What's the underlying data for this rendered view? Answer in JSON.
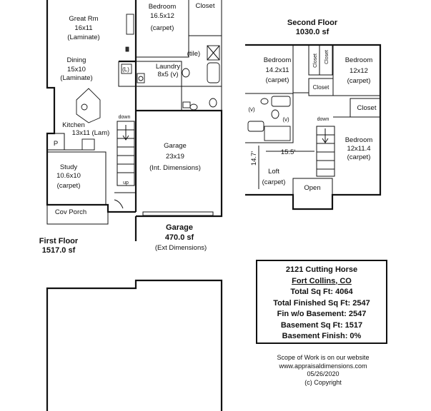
{
  "first_floor": {
    "title": "First Floor",
    "area": "1517.0 sf",
    "rooms": {
      "great_rm": {
        "name": "Great Rm",
        "dims": "16x11",
        "finish": "(Laminate)"
      },
      "bedroom": {
        "name": "Bedroom",
        "dims": "16.5x12",
        "finish": "(carpet)"
      },
      "closet": {
        "name": "Closet"
      },
      "tile": {
        "name": "(tile)"
      },
      "dining": {
        "name": "Dining",
        "dims": "15x10",
        "finish": "(Laminate)"
      },
      "laundry": {
        "name": "Laundry",
        "dims": "8x5 (v)"
      },
      "laundry_l": {
        "name": "(L)"
      },
      "kitchen": {
        "name": "Kitchen",
        "dims": "13x11 (Lam)"
      },
      "pantry": {
        "name": "P"
      },
      "study": {
        "name": "Study",
        "dims": "10.6x10",
        "finish": "(carpet)"
      },
      "cov_porch": {
        "name": "Cov Porch"
      },
      "stairs_down": {
        "name": "down"
      },
      "stairs_up": {
        "name": "up"
      }
    }
  },
  "garage": {
    "name": "Garage",
    "dims": "23x19",
    "note": "(Int. Dimensions)",
    "title": "Garage",
    "area": "470.0 sf",
    "ext_note": "(Ext Dimensions)"
  },
  "second_floor": {
    "title": "Second Floor",
    "area": "1030.0 sf",
    "rooms": {
      "bedroom_left": {
        "name": "Bedroom",
        "dims": "14.2x11",
        "finish": "(carpet)"
      },
      "bedroom_right": {
        "name": "Bedroom",
        "dims": "12x12",
        "finish": "(carpet)"
      },
      "bedroom_lower": {
        "name": "Bedroom",
        "dims": "12x11.4",
        "finish": "(carpet)"
      },
      "closet_vertical_1": {
        "name": "Closet"
      },
      "closet_vertical_2": {
        "name": "Closet"
      },
      "closet_mid": {
        "name": "Closet"
      },
      "closet_right": {
        "name": "Closet"
      },
      "loft": {
        "name": "Loft",
        "finish": "(carpet)"
      },
      "loft_width": {
        "name": "15.5'"
      },
      "loft_depth": {
        "name": "14.7'"
      },
      "open": {
        "name": "Open"
      },
      "stairs_down": {
        "name": "down"
      },
      "v_left": {
        "name": "(v)"
      },
      "v_mid": {
        "name": "(v)"
      }
    }
  },
  "summary": {
    "address_line1": "2121 Cutting Horse",
    "address_line2": "Fort Collins, CO",
    "total_sq_ft": "Total Sq Ft:  4064",
    "total_finished": "Total Finished Sq Ft:  2547",
    "fin_wo_basement": "Fin w/o Basement:  2547",
    "basement_sq_ft": "Basement Sq Ft:  1517",
    "basement_finish": "Basement Finish:  0%"
  },
  "footer": {
    "scope": "Scope of Work is on our website",
    "website": "www.appraisaldimensions.com",
    "date": "05/26/2020",
    "copyright": "(c) Copyright"
  }
}
